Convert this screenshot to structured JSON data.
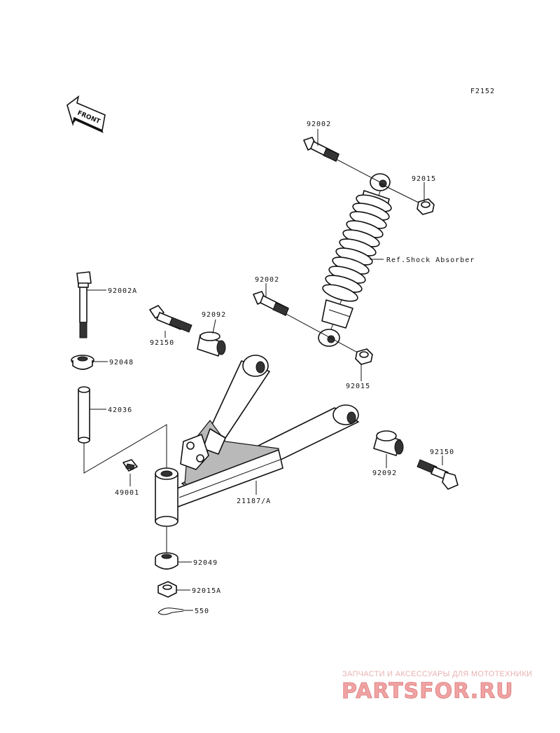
{
  "diagram_code": "F2152",
  "front_label": "FRONT",
  "labels": {
    "p92002_top": "92002",
    "p92015_top": "92015",
    "ref_shock": "Ref.Shock Absorber",
    "p92002_mid": "92002",
    "p92015_mid": "92015",
    "p92002A": "92002A",
    "p92092_top": "92092",
    "p92150_left": "92150",
    "p92048": "92048",
    "p42036": "42036",
    "p49001": "49001",
    "p21187A": "21187/A",
    "p92092_right": "92092",
    "p92150_right": "92150",
    "p92049": "92049",
    "p92015A": "92015A",
    "p550": "550"
  },
  "watermark": {
    "tagline": "ЗАПЧАСТИ И АКСЕССУАРЫ ДЛЯ МОТОТЕХНИКИ",
    "brand": "PARTSFOR.RU"
  }
}
